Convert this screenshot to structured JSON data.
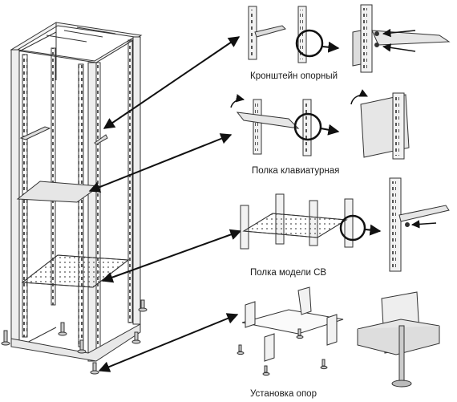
{
  "captions": {
    "bracket": "Кронштейн опорный",
    "keyboard_shelf": "Полка клавиатурная",
    "cb_shelf": "Полка модели СВ",
    "feet": "Установка опор"
  },
  "icons": [
    "rack-cabinet",
    "support-bracket",
    "keyboard-shelf",
    "perforated-shelf",
    "leveling-feet"
  ],
  "colors": {
    "line": "#333333",
    "fill": "#f2f2f2",
    "arrow": "#111111"
  }
}
